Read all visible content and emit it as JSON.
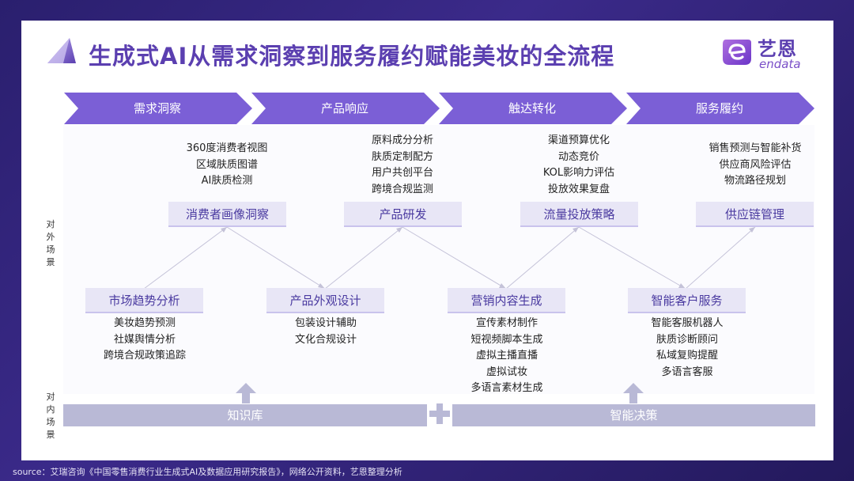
{
  "title": "生成式AI从需求洞察到服务履约赋能美妆的全流程",
  "brand": {
    "name": "艺恩",
    "sub": "endata"
  },
  "stages": [
    "需求洞察",
    "产品响应",
    "触达转化",
    "服务履约"
  ],
  "side_labels": {
    "external": "对外场景",
    "internal": "对内场景"
  },
  "top_nodes": [
    {
      "label": "消费者画像洞察",
      "items": [
        "360度消费者视图",
        "区域肤质图谱",
        "AI肤质检测"
      ]
    },
    {
      "label": "产品研发",
      "items": [
        "原料成分分析",
        "肤质定制配方",
        "用户共创平台",
        "跨境合规监测"
      ]
    },
    {
      "label": "流量投放策略",
      "items": [
        "渠道预算优化",
        "动态竞价",
        "KOL影响力评估",
        "投放效果复盘"
      ]
    },
    {
      "label": "供应链管理",
      "items": [
        "销售预测与智能补货",
        "供应商风险评估",
        "物流路径规划"
      ]
    }
  ],
  "bottom_nodes": [
    {
      "label": "市场趋势分析",
      "items": [
        "美妆趋势预测",
        "社媒舆情分析",
        "跨境合规政策追踪"
      ]
    },
    {
      "label": "产品外观设计",
      "items": [
        "包装设计辅助",
        "文化合规设计"
      ]
    },
    {
      "label": "营销内容生成",
      "items": [
        "宣传素材制作",
        "短视频脚本生成",
        "虚拟主播直播",
        "虚拟试妆",
        "多语言素材生成"
      ]
    },
    {
      "label": "智能客户服务",
      "items": [
        "智能客服机器人",
        "肤质诊断顾问",
        "私域复购提醒",
        "多语言客服"
      ]
    }
  ],
  "bars": {
    "left": "知识库",
    "right": "智能决策"
  },
  "source": "source：艾瑞咨询《中国零售消费行业生成式AI及数据应用研究报告》，网络公开资料，艺恩整理分析",
  "colors": {
    "primary": "#5b3fb0",
    "chevron": "#7b5fd6",
    "node_bg": "#e8e6f6",
    "bar": "#b9b9d6"
  }
}
